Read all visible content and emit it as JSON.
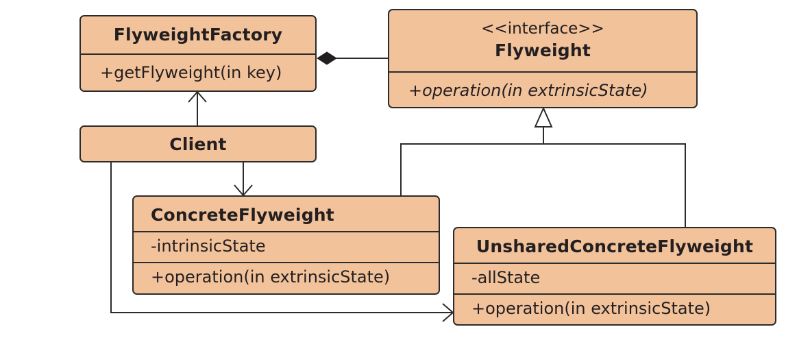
{
  "diagram": {
    "classes": {
      "flyweight_factory": {
        "name": "FlyweightFactory",
        "operations": [
          "+getFlyweight(in key)"
        ]
      },
      "flyweight": {
        "stereotype": "<<interface>>",
        "name": "Flyweight",
        "operations": [
          "+operation(in extrinsicState)"
        ]
      },
      "client": {
        "name": "Client"
      },
      "concrete_flyweight": {
        "name": "ConcreteFlyweight",
        "attributes": [
          "-intrinsicState"
        ],
        "operations": [
          "+operation(in extrinsicState)"
        ]
      },
      "unshared_concrete_flyweight": {
        "name": "UnsharedConcreteFlyweight",
        "attributes": [
          "-allState"
        ],
        "operations": [
          "+operation(in extrinsicState)"
        ]
      }
    },
    "relationships": [
      {
        "type": "composition",
        "from": "FlyweightFactory",
        "to": "Flyweight"
      },
      {
        "type": "association",
        "from": "Client",
        "to": "FlyweightFactory"
      },
      {
        "type": "association",
        "from": "Client",
        "to": "ConcreteFlyweight"
      },
      {
        "type": "association",
        "from": "Client",
        "to": "UnsharedConcreteFlyweight"
      },
      {
        "type": "realization",
        "from": "ConcreteFlyweight",
        "to": "Flyweight"
      },
      {
        "type": "realization",
        "from": "UnsharedConcreteFlyweight",
        "to": "Flyweight"
      }
    ],
    "colors": {
      "box_fill": "#f2c29b",
      "line": "#2b2b2b",
      "text": "#231f20",
      "background": "#ffffff"
    }
  }
}
